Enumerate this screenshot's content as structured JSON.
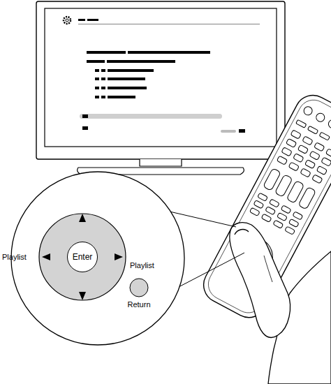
{
  "diagram": {
    "nodes": [
      {
        "text": [
          "Enter"
        ]
      },
      {
        "text": [
          "Return"
        ]
      }
    ],
    "labels": [
      "Playlist",
      "Playlist"
    ]
  }
}
